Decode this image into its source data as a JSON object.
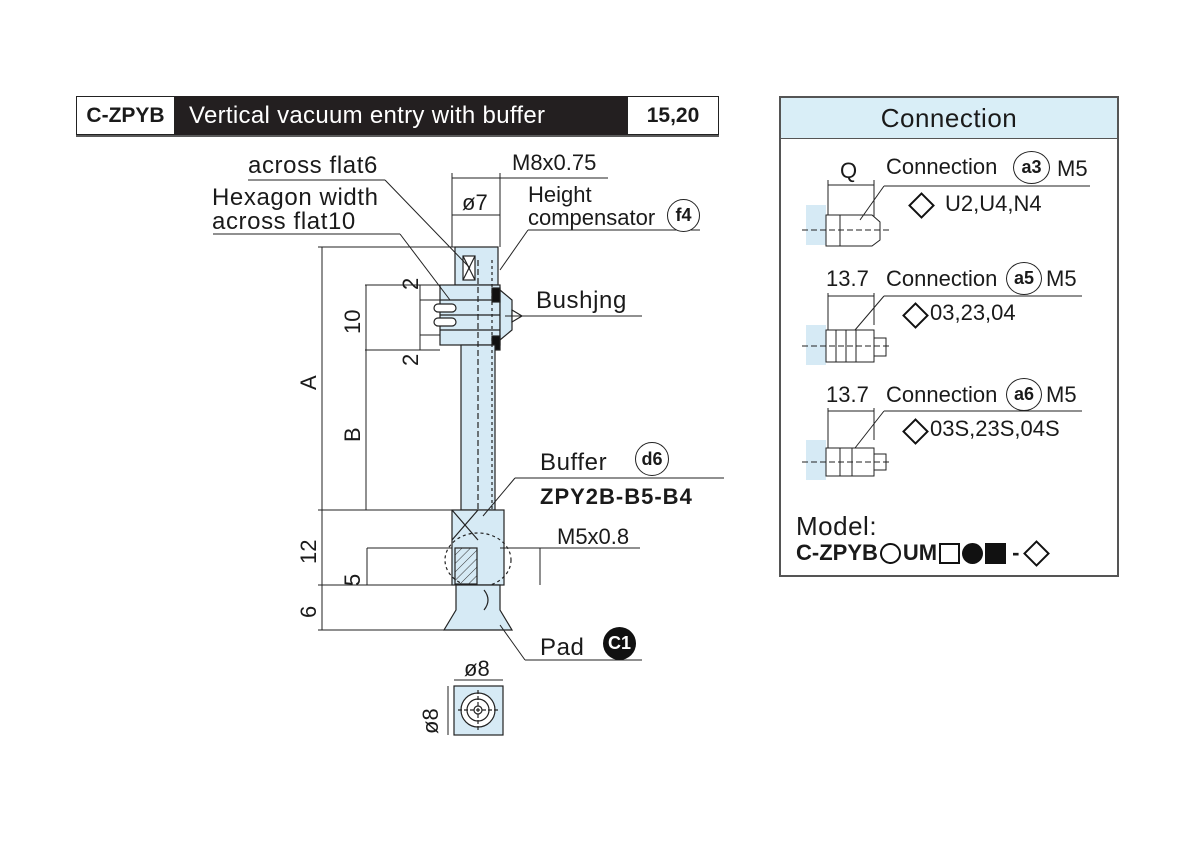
{
  "header": {
    "model": "C-ZPYB",
    "title": "Vertical vacuum entry with buffer",
    "size": "15,20"
  },
  "drawing": {
    "across_flat": "across flat6",
    "hexagon_width_1": "Hexagon width",
    "hexagon_width_2": "across flat10",
    "thread_top": "M8x0.75",
    "dia_7": "ø7",
    "height_comp_1": "Height",
    "height_comp_2": "compensator",
    "height_comp_badge": "f4",
    "bushing": "Bushjng",
    "dim_2_top": "2",
    "dim_10": "10",
    "dim_2_bottom": "2",
    "dim_A": "A",
    "dim_B": "B",
    "buffer": "Buffer",
    "buffer_badge": "d6",
    "buffer_part": "ZPY2B-B5-B4",
    "thread_bottom": "M5x0.8",
    "dim_12": "12",
    "dim_5": "5",
    "dim_6": "6",
    "pad": "Pad",
    "pad_badge": "C1",
    "dia_8_top": "ø8",
    "dia_8_side": "ø8"
  },
  "connection": {
    "title": "Connection",
    "items": [
      {
        "dim": "Q",
        "label": "Connection",
        "badge": "a3",
        "thread": "M5",
        "options": "U2,U4,N4"
      },
      {
        "dim": "13.7",
        "label": "Connection",
        "badge": "a5",
        "thread": "M5",
        "options": "03,23,04"
      },
      {
        "dim": "13.7",
        "label": "Connection",
        "badge": "a6",
        "thread": "M5",
        "options": "03S,23S,04S"
      }
    ],
    "model_label": "Model:",
    "model_code": "C-ZPYB",
    "model_um": "UM",
    "model_dash": "-"
  },
  "colors": {
    "part_fill": "#d6eaf5",
    "header_dark": "#231f20",
    "connection_header": "#d9eef7",
    "line": "#222222"
  }
}
